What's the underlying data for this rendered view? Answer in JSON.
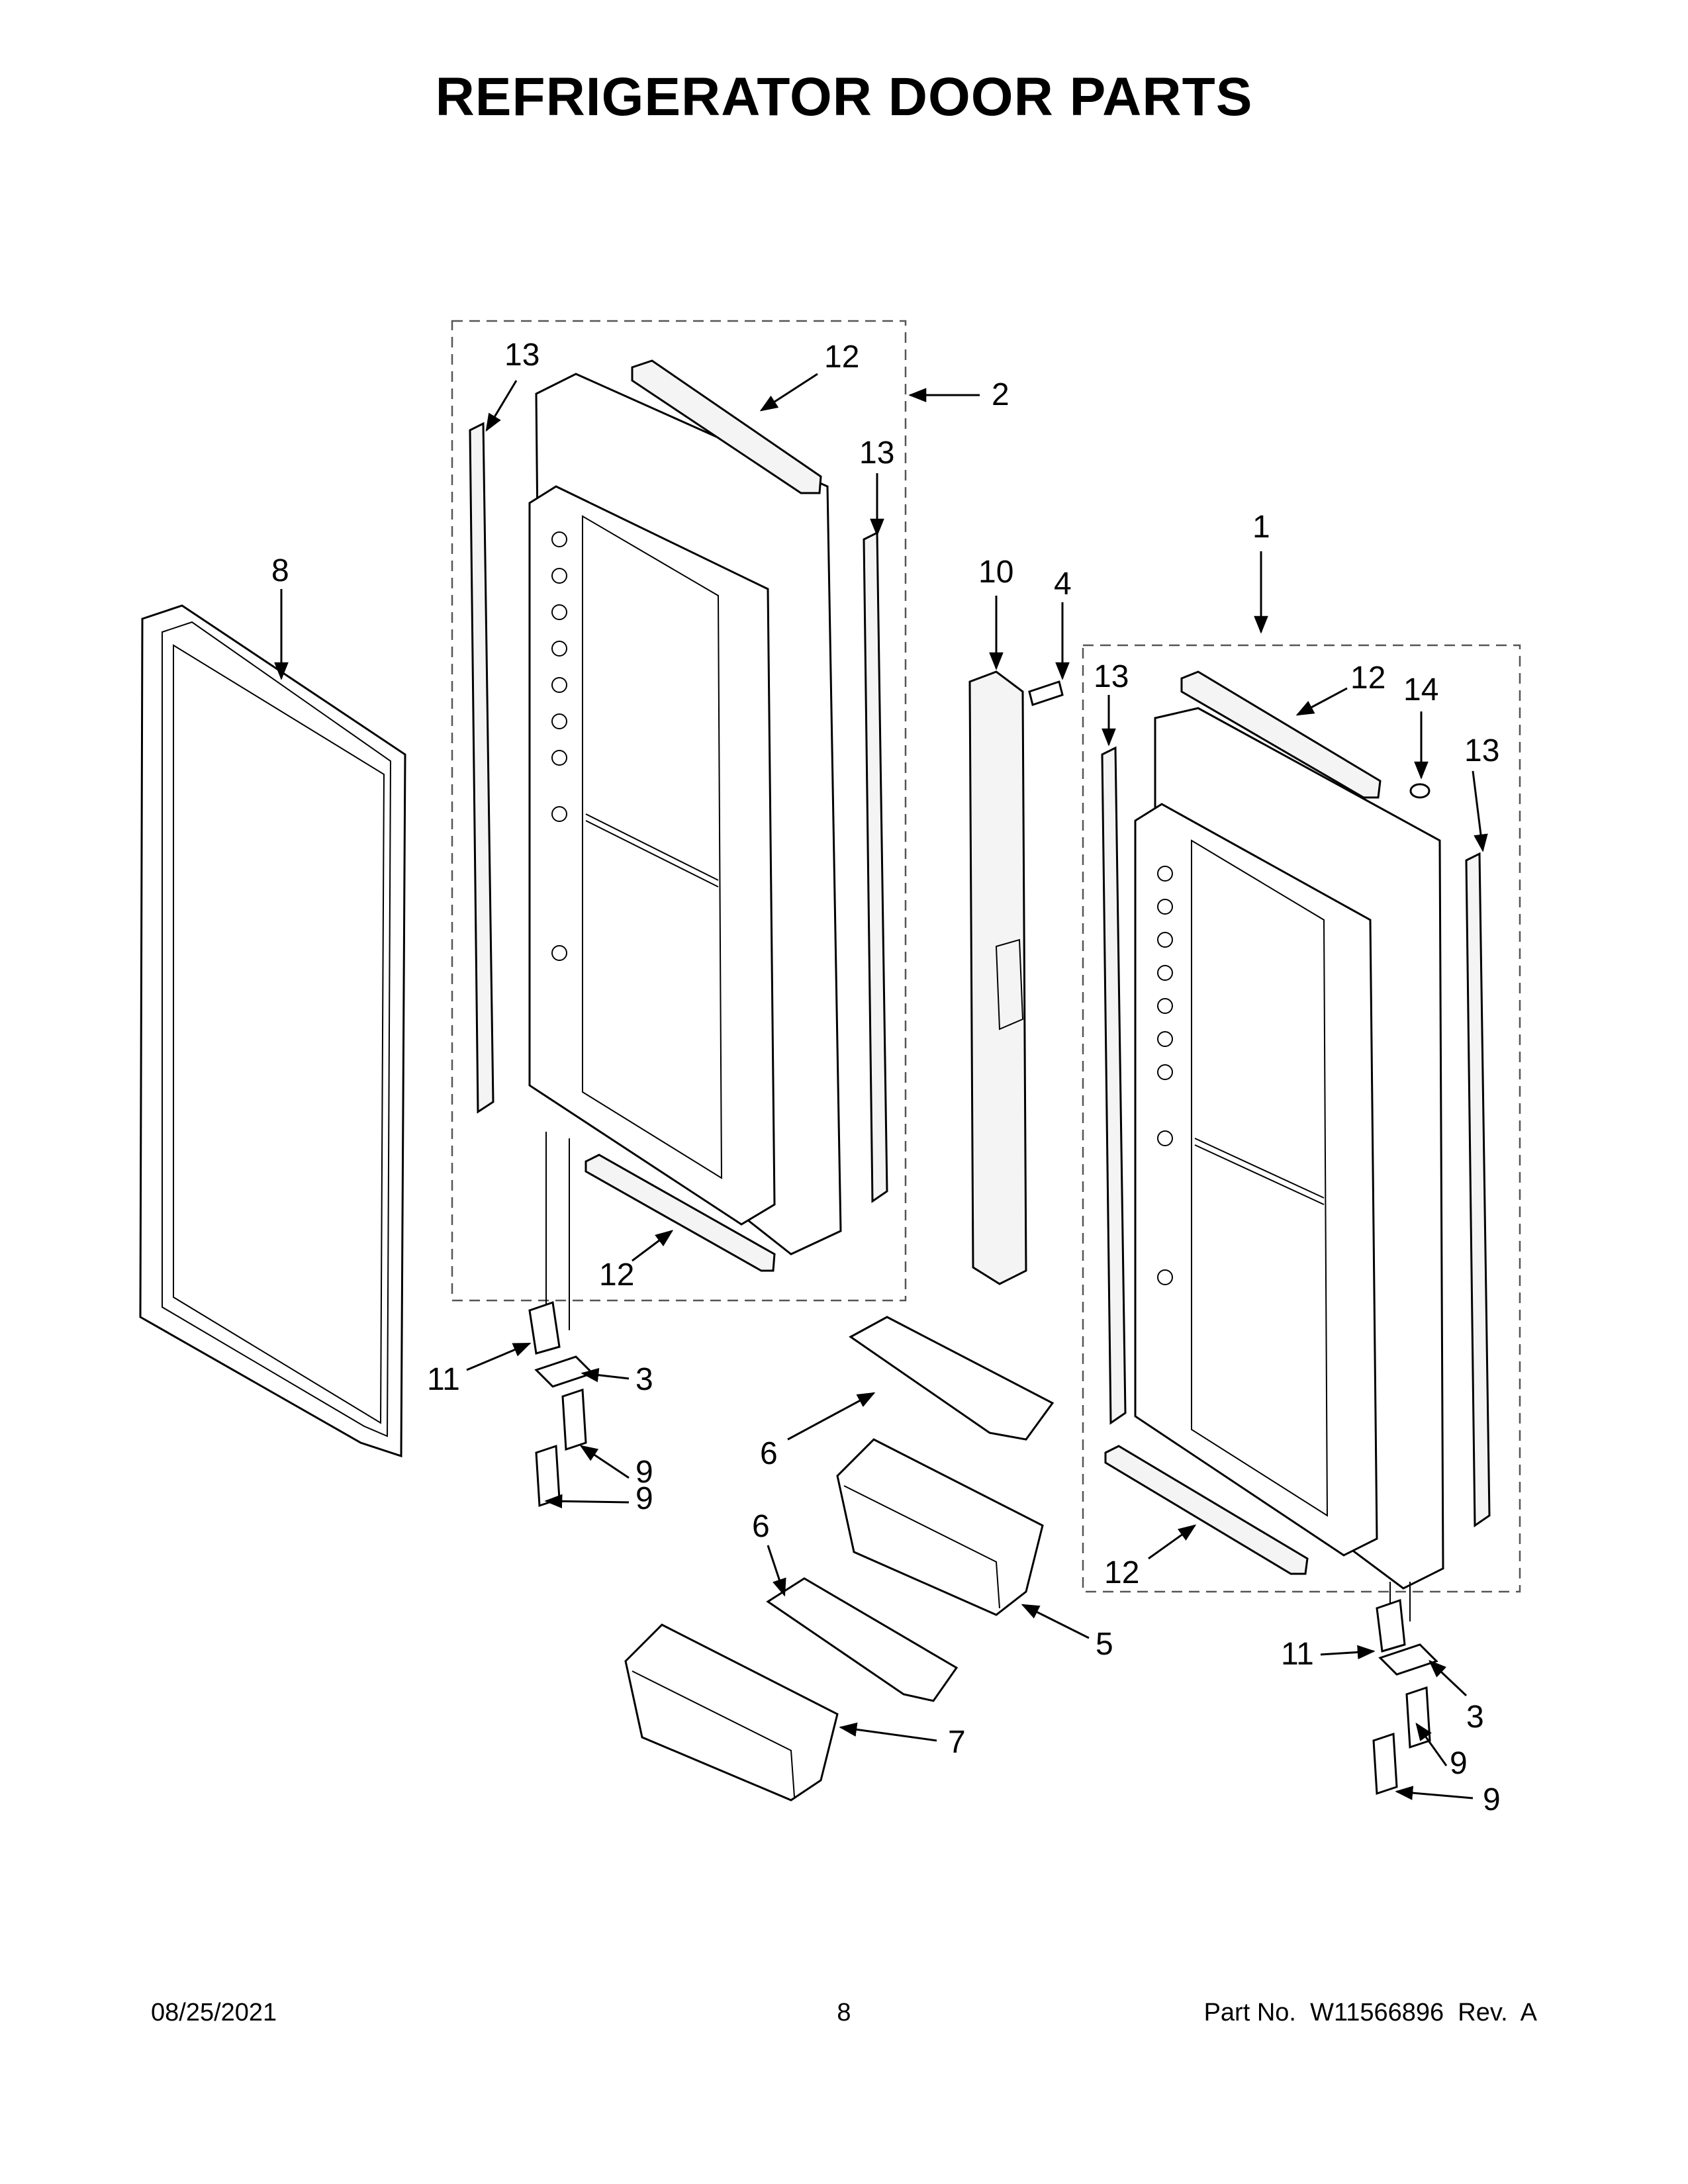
{
  "title": "REFRIGERATOR DOOR PARTS",
  "footer": {
    "date": "08/25/2021",
    "page": "8",
    "part_no": "Part No.  W11566896  Rev.  A"
  },
  "callouts": {
    "c1": "1",
    "c2": "2",
    "c3a": "3",
    "c3b": "3",
    "c4": "4",
    "c5": "5",
    "c6a": "6",
    "c6b": "6",
    "c7": "7",
    "c8": "8",
    "c9a": "9",
    "c9b": "9",
    "c10": "10",
    "c11a": "11",
    "c11b": "11",
    "c12a": "12",
    "c12b": "12",
    "c12c": "12",
    "c12d": "12",
    "c13a": "13",
    "c13b": "13",
    "c13c": "13",
    "c13d": "13",
    "c14": "14"
  }
}
